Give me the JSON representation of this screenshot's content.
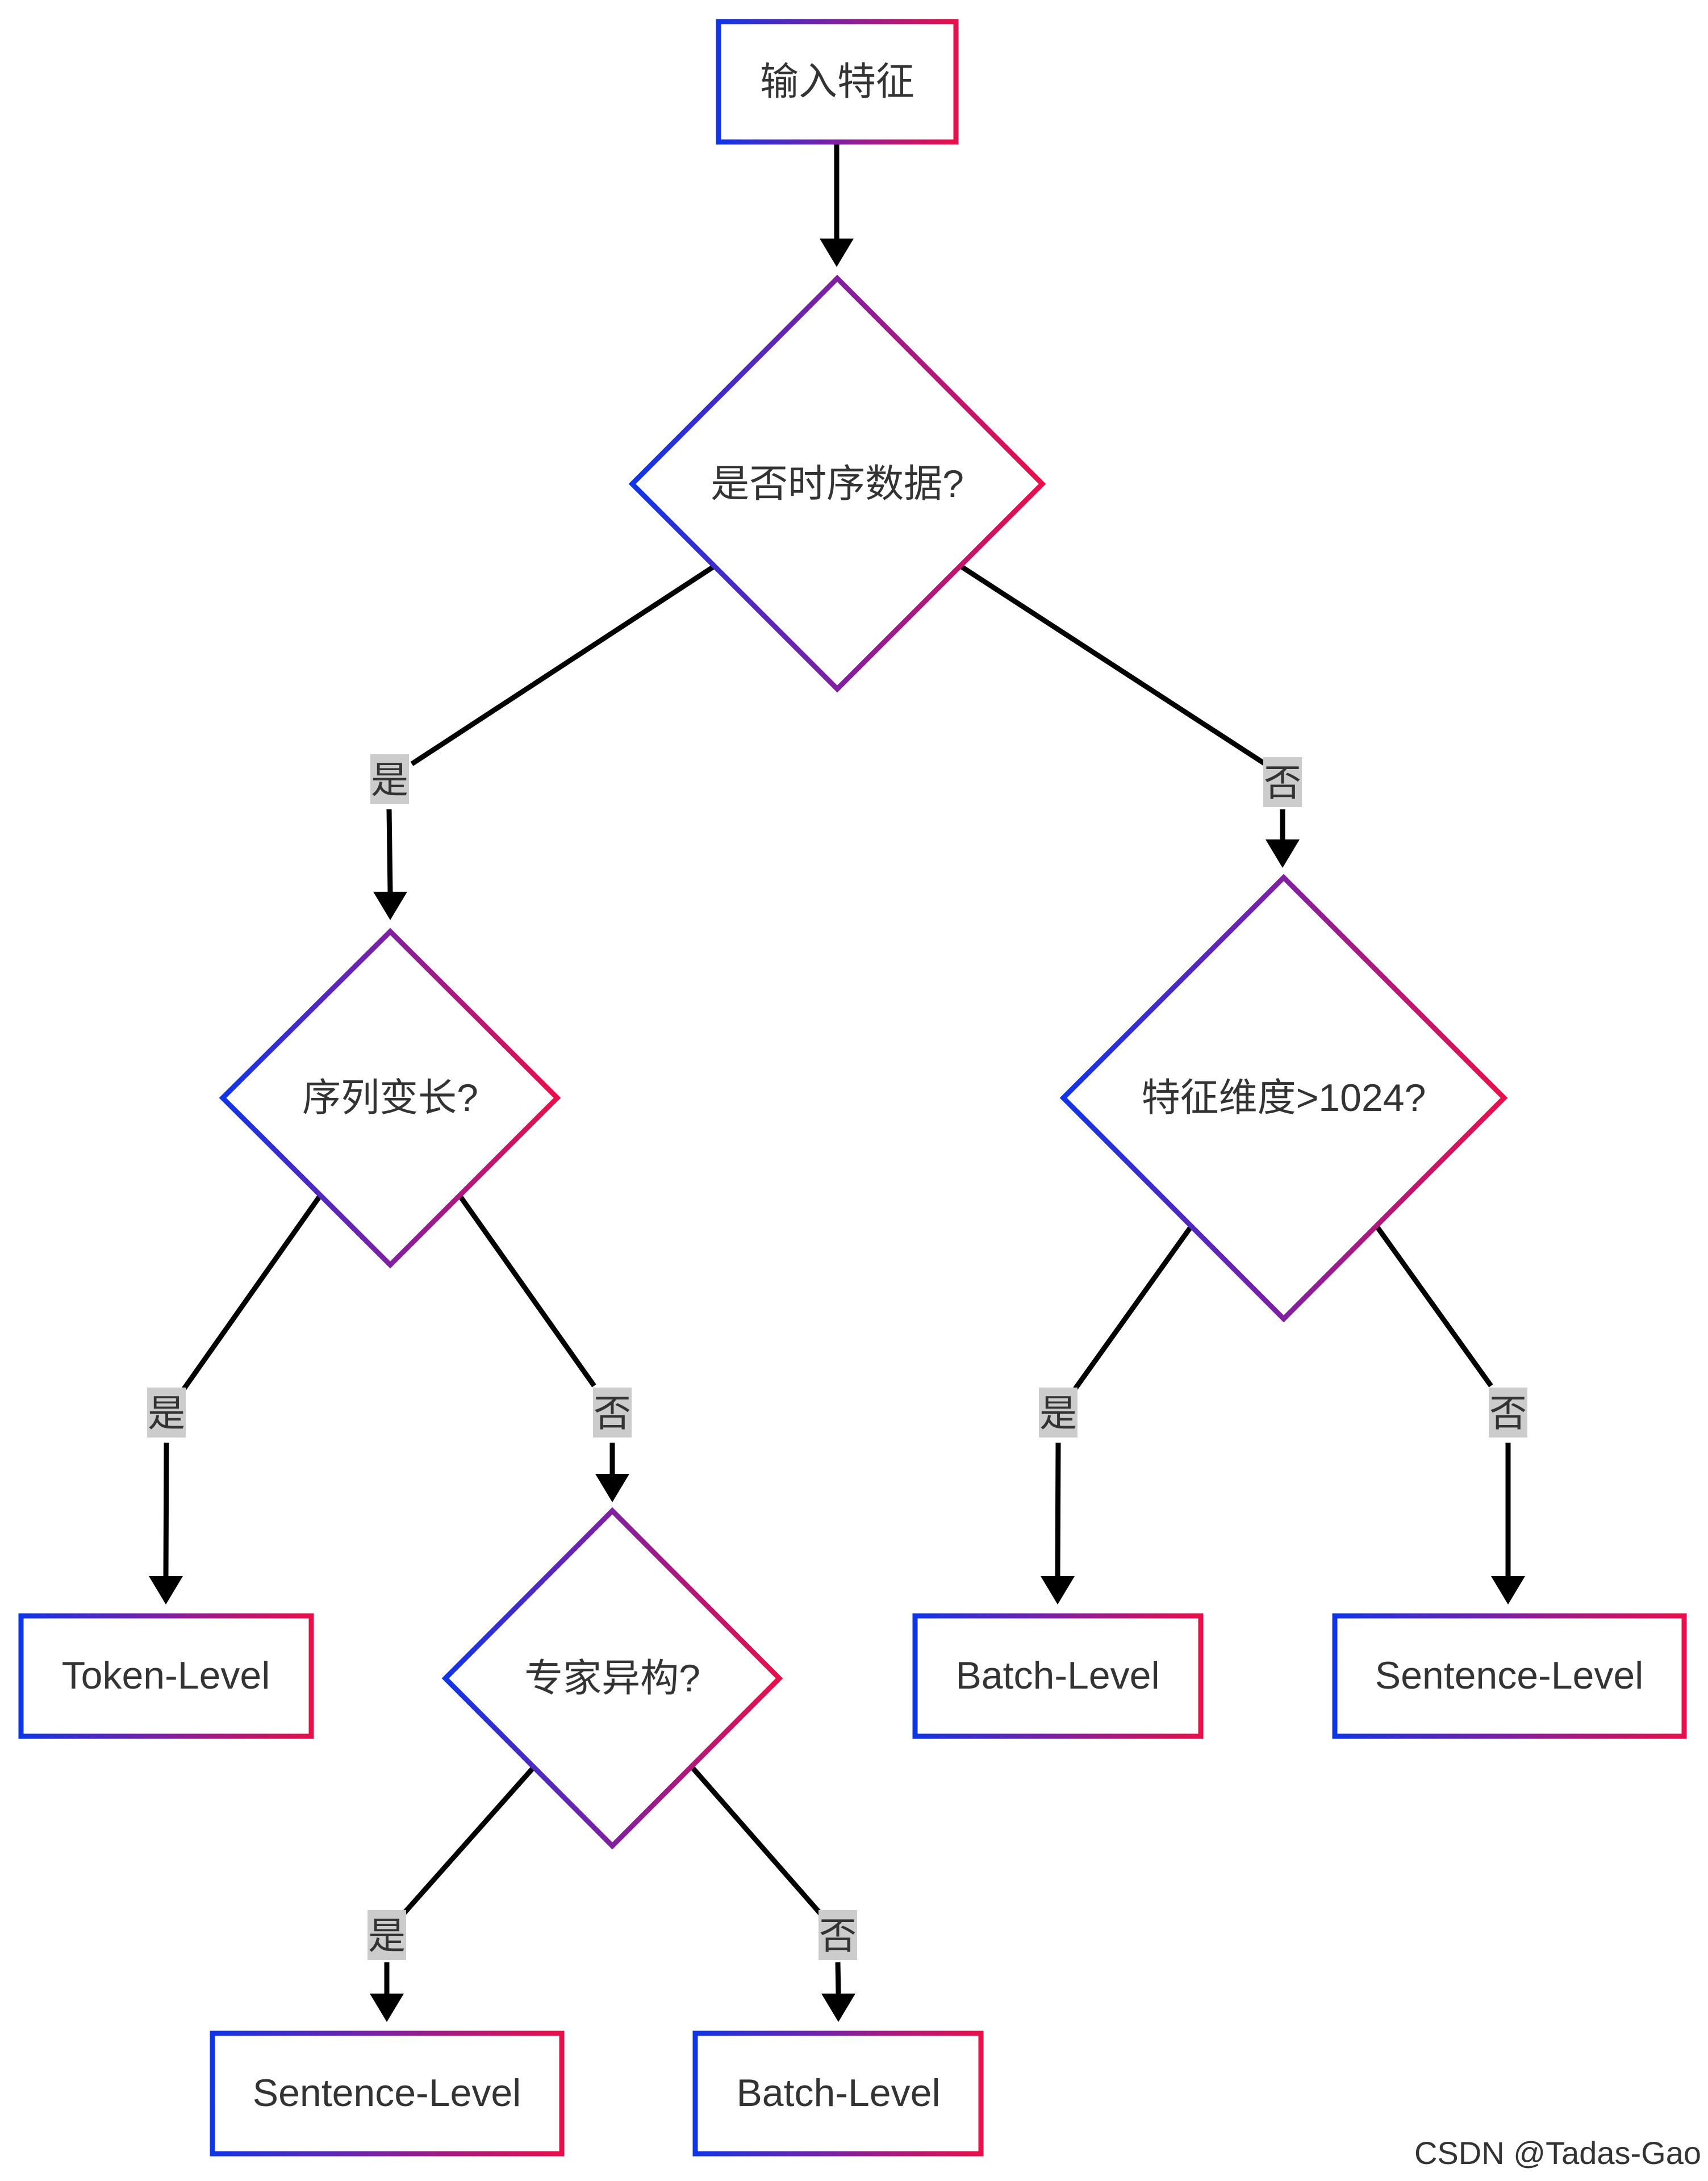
{
  "nodes": {
    "input": "输入特征",
    "q_time_series": "是否时序数据?",
    "q_variable_length": "序列变长?",
    "q_feature_dim": "特征维度>1024?",
    "q_heterogeneous": "专家异构?",
    "token_level": "Token-Level",
    "batch_level_1": "Batch-Level",
    "sentence_level_1": "Sentence-Level",
    "sentence_level_2": "Sentence-Level",
    "batch_level_2": "Batch-Level"
  },
  "edges": {
    "yes_label": "是",
    "no_label": "否"
  },
  "colors": {
    "gradient_start": "#1035e6",
    "gradient_mid": "#8020a0",
    "gradient_end": "#e8104a",
    "edge": "#000000",
    "label_bg": "#cccccc"
  },
  "watermark": "CSDN @Tadas-Gao"
}
